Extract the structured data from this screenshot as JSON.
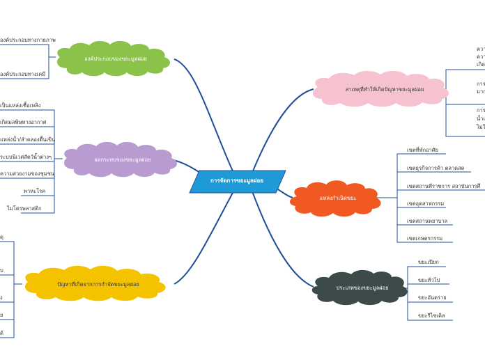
{
  "center": {
    "label": "การจัดการขยะมูลฝอย"
  },
  "colors": {
    "center": "#1f9ad6",
    "line": "#1f4f9a",
    "branch_green": "#8bc34a",
    "branch_purple": "#b89bd0",
    "branch_yellow": "#f5c200",
    "branch_pink": "#f7c2d0",
    "branch_orange": "#f05a22",
    "branch_dark": "#3c4a4a"
  },
  "branches": {
    "components": {
      "title": "องค์ประกอบของขยะมูลฝอย",
      "items": [
        "องค์ประกอบทางกายภาพ",
        "องค์ประกอบทางเคมี"
      ]
    },
    "impacts": {
      "title": "ผลกระทบของขยะมูลฝอย",
      "items": [
        "เป็นแหล่งเชื้อเพลิง",
        "เกิดมลพิษทางอากาศ",
        "แหล่งน้ำ/ลำคลองตื้นเขิน",
        "ระบบนิเวศสัตว์น้ำต่างๆ",
        "ความสวยงามของชุมชน",
        "พาหะโรค",
        "ไมโครพลาสติก"
      ]
    },
    "disposal_problems": {
      "title": "ปัญหาที่เกิดจากการกำจัดขยะมูลฝอย",
      "items": [
        "ดุ",
        "บ",
        "ง",
        "ย",
        "ด้"
      ]
    },
    "causes": {
      "title": "สาเหตุที่ทำให้เกิดปัญหาขยะมูลฝอย",
      "items": [
        {
          "lines": [
            "ควา",
            "ควา",
            "เกิด"
          ]
        },
        {
          "lines": [
            "การ",
            "มาก"
          ]
        },
        {
          "lines": [
            "การ",
            "น้ำเ",
            "ไม่ใ"
          ]
        }
      ]
    },
    "sources": {
      "title": "แหล่งกำเนิดขยะ",
      "items": [
        "เขตที่พักอาศัย",
        "เขตธุรกิจการค้า ตลาดสด",
        "เขตสถานที่ราชการ สถาบันการศึ",
        "เขตอุตสาหกรรม",
        "เขตสถานพยาบาล",
        "เขตเกษตรกรรม"
      ]
    },
    "types": {
      "title": "ประเภทของขยะมูลฝอย",
      "items": [
        "ขยะเปียก",
        "ขยะทั่วไป",
        "ขยะอันตราย",
        "ขยะรีไซเคิล"
      ]
    }
  }
}
